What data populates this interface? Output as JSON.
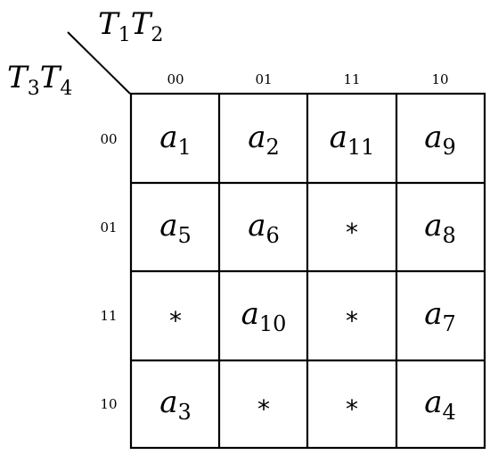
{
  "top_var": {
    "v1": "T",
    "s1": "1",
    "v2": "T",
    "s2": "2"
  },
  "left_var": {
    "v1": "T",
    "s1": "3",
    "v2": "T",
    "s2": "4"
  },
  "col_labels": [
    "00",
    "01",
    "11",
    "10"
  ],
  "row_labels": [
    "00",
    "01",
    "11",
    "10"
  ],
  "cells": [
    [
      {
        "v": "a",
        "s": "1"
      },
      {
        "v": "a",
        "s": "2"
      },
      {
        "v": "a",
        "s": "11"
      },
      {
        "v": "a",
        "s": "9"
      }
    ],
    [
      {
        "v": "a",
        "s": "5"
      },
      {
        "v": "a",
        "s": "6"
      },
      {
        "v": "*",
        "s": ""
      },
      {
        "v": "a",
        "s": "8"
      }
    ],
    [
      {
        "v": "*",
        "s": ""
      },
      {
        "v": "a",
        "s": "10"
      },
      {
        "v": "*",
        "s": ""
      },
      {
        "v": "a",
        "s": "7"
      }
    ],
    [
      {
        "v": "a",
        "s": "3"
      },
      {
        "v": "*",
        "s": ""
      },
      {
        "v": "*",
        "s": ""
      },
      {
        "v": "a",
        "s": "4"
      }
    ]
  ],
  "colors": {
    "line": "#000000",
    "text": "#000000",
    "background": "#ffffff"
  }
}
